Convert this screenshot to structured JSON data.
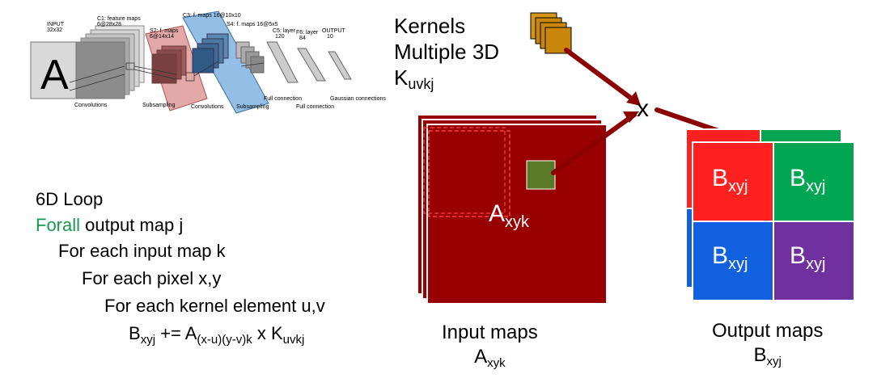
{
  "lenet": {
    "input_title": "INPUT",
    "input_size": "32x32",
    "c1_title": "C1: feature maps",
    "c1_size": "6@28x28",
    "s2_title": "S2: f. maps",
    "s2_size": "6@14x14",
    "c3_title": "C3: f. maps 16@10x10",
    "s4_title": "S4: f. maps 16@5x5",
    "c5_title": "C5: layer",
    "c5_size": "120",
    "f6_title": "F6: layer",
    "f6_size": "84",
    "out_title": "OUTPUT",
    "out_size": "10",
    "input_glyph": "A",
    "op_convolutions_1": "Convolutions",
    "op_subsampling_1": "Subsampling",
    "op_convolutions_2": "Convolutions",
    "op_subsampling_2": "Subsampling",
    "op_full_1": "Full connection",
    "op_full_2": "Full connection",
    "op_gaussian": "Gaussian connections"
  },
  "kernels": {
    "line1": "Kernels",
    "line2": "Multiple 3D",
    "symbol": "K",
    "sub": "uvkj"
  },
  "multiply_symbol": "x",
  "code": {
    "line1": "6D Loop",
    "keyword": "Forall",
    "line2_rest": " output map j",
    "line3": "For each input map k",
    "line4": "For each pixel x,y",
    "line5": "For each kernel element u,v",
    "line6_b": "B",
    "line6_b_sub": "xyj",
    "line6_op": " += A",
    "line6_a_sub": "(x-u)(y-v)k",
    "line6_x": " x K",
    "line6_k_sub": "uvkj"
  },
  "input_maps": {
    "inner_symbol": "A",
    "inner_sub": "xyk",
    "label": "Input maps",
    "symbol": "A",
    "sub": "xyk"
  },
  "output_maps": {
    "tile_symbol": "B",
    "tile_sub": "xyj",
    "label": "Output maps",
    "symbol": "B",
    "sub": "xyj"
  },
  "colors": {
    "input_map": "#990000",
    "arrow": "#8b0000",
    "kernel": "#c8860a",
    "kernel_patch": "#5a7a2a",
    "out_red": "#ff2020",
    "out_green": "#00a651",
    "out_blue": "#1060e0",
    "out_purple": "#7030a0",
    "keyword": "#1a9850",
    "c3_highlight": "#6fa8dc",
    "s2_highlight": "#d98c8c"
  }
}
